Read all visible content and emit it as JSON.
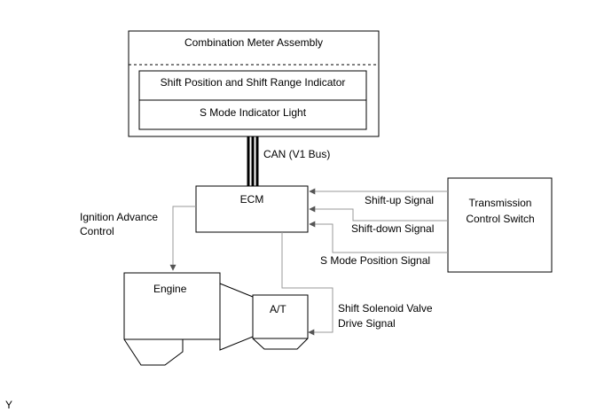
{
  "combination_meter": {
    "title": "Combination Meter Assembly",
    "row1": "Shift Position and Shift Range Indicator",
    "row2": "S Mode Indicator Light"
  },
  "can_bus": {
    "label": "CAN (V1 Bus)"
  },
  "ecm": {
    "label": "ECM"
  },
  "transmission_switch": {
    "line1": "Transmission",
    "line2": "Control Switch"
  },
  "signals": {
    "shift_up": "Shift-up Signal",
    "shift_down": "Shift-down Signal",
    "s_mode": "S Mode Position Signal",
    "solenoid_line1": "Shift Solenoid Valve",
    "solenoid_line2": "Drive Signal"
  },
  "ignition": {
    "line1": "Ignition Advance",
    "line2": "Control"
  },
  "engine": {
    "label": "Engine"
  },
  "at": {
    "label": "A/T"
  },
  "corner_mark": "Y"
}
